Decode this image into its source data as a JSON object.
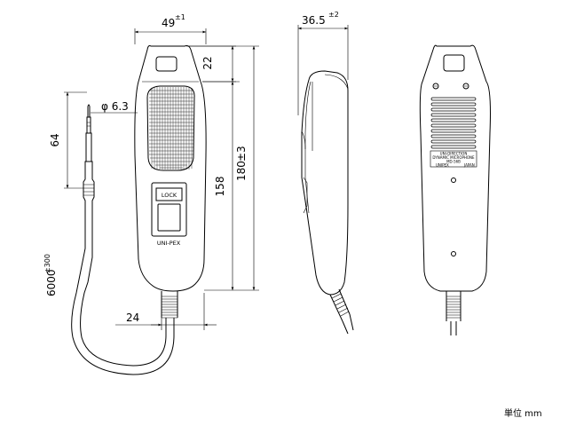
{
  "dimensions": {
    "width": "49",
    "width_tol": "±1",
    "depth": "36.5",
    "depth_tol": "±2",
    "hanger": "22",
    "body_length": "158",
    "total_length": "180",
    "total_length_tol": "±3",
    "plug_length": "64",
    "plug_diameter": "φ 6.3",
    "cord_length": "6000",
    "cord_length_tol": "±300",
    "strain_relief": "24"
  },
  "labels": {
    "lock_button": "LOCK",
    "brand": "UNI-PEX",
    "rear_plate": [
      "UNI-DIRECTION",
      "DYNAMIC MICROPHONE",
      "MD-56B",
      "UNIPEX",
      "JAPAN"
    ],
    "unit": "単位 mm"
  },
  "colors": {
    "line": "#000000",
    "background": "#ffffff"
  }
}
